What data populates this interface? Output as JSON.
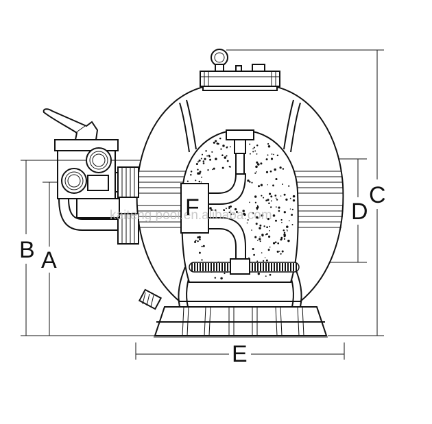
{
  "diagram": {
    "dimension_labels": {
      "a": "A",
      "b": "B",
      "c": "C",
      "d": "D",
      "e": "E",
      "f": "F"
    },
    "watermark": "kaiteng pool.en.alibaba.com",
    "colors": {
      "line": "#111111",
      "background": "#ffffff",
      "watermark": "#b8b8b8"
    }
  }
}
